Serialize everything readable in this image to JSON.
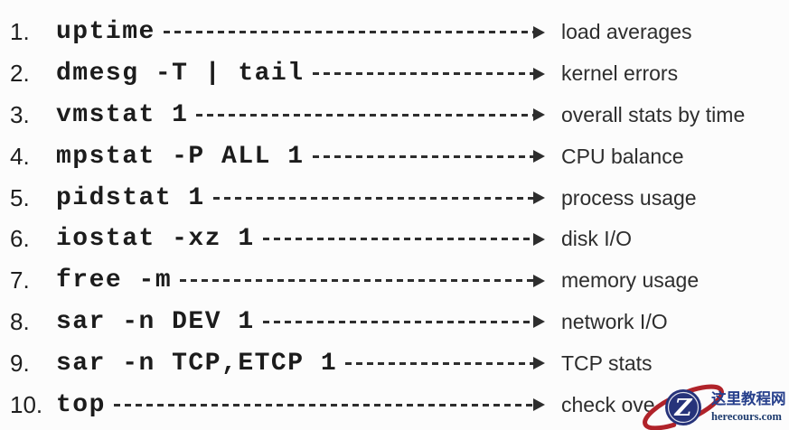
{
  "page": {
    "background_color": "#fcfcfc",
    "text_color": "#1c1c1c",
    "arrow_color": "#2e2e2e"
  },
  "rows": [
    {
      "num": "1.",
      "command": "uptime",
      "description": "load averages"
    },
    {
      "num": "2.",
      "command": "dmesg -T | tail",
      "description": "kernel errors"
    },
    {
      "num": "3.",
      "command": "vmstat 1",
      "description": "overall stats by time"
    },
    {
      "num": "4.",
      "command": "mpstat -P ALL 1",
      "description": "CPU balance"
    },
    {
      "num": "5.",
      "command": "pidstat 1",
      "description": "process usage"
    },
    {
      "num": "6.",
      "command": "iostat -xz 1",
      "description": "disk I/O"
    },
    {
      "num": "7.",
      "command": "free -m",
      "description": "memory usage"
    },
    {
      "num": "8.",
      "command": "sar -n DEV 1",
      "description": "network I/O"
    },
    {
      "num": "9.",
      "command": "sar -n TCP,ETCP 1",
      "description": "TCP stats"
    },
    {
      "num": "10.",
      "command": "top",
      "description": "check ove"
    }
  ],
  "watermark": {
    "logo_letter": "Z",
    "site_name": "这里教程网",
    "site_url": "herecours.com",
    "colors": {
      "logo_circle": "#26337a",
      "logo_orbit": "#b0232a",
      "site_name_color": "#27408c",
      "site_url_color": "#1c3a6d"
    }
  }
}
